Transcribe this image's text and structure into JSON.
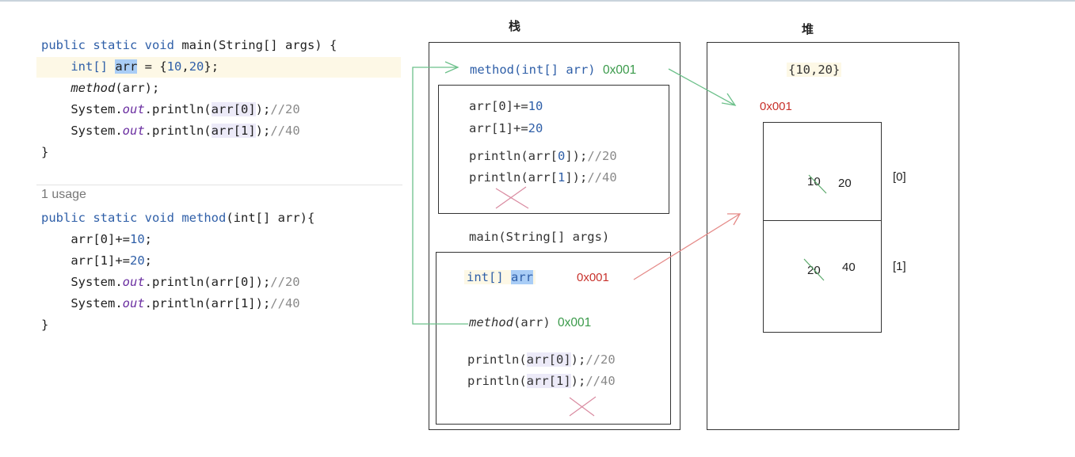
{
  "stack_title": "栈",
  "heap_title": "堆",
  "usage": "1 usage",
  "code_main": {
    "l1_kw": "public static void",
    "l1_rest": " main(String[] args) {",
    "l2_kw": "int[]",
    "l2_var": "arr",
    "l2_eq": " = {",
    "l2_n1": "10",
    "l2_n2": "20",
    "l2_end": "};",
    "l3_fn": "method",
    "l3_rest": "(arr);",
    "l4_a": "System.",
    "l4_out": "out",
    "l4_b": ".println(",
    "l4_arr": "arr[0]",
    "l4_c": ");",
    "l4_cm": "//20",
    "l5_arr": "arr[1]",
    "l5_cm": "//40",
    "close": "}"
  },
  "code_method": {
    "l1_kw": "public static void",
    "l1_fn": "method",
    "l1_rest": "(int[] arr){",
    "l2": "arr[0]+=",
    "l2_n": "10",
    "l3": "arr[1]+=",
    "l3_n": "20",
    "l4_a": "System.",
    "l4_out": "out",
    "l4_b": ".println(arr[0]);",
    "l4_cm": "//20",
    "l5_b": ".println(arr[1]);",
    "l5_cm": "//40",
    "close": "}"
  },
  "stack": {
    "method_call": "method(int[] arr)",
    "addr": "0x001",
    "m_l1": "arr[0]+=",
    "m_l1_n": "10",
    "m_l2": "arr[1]+=",
    "m_l2_n": "20",
    "m_l3_a": "println(arr[",
    "m_l3_i": "0",
    "m_l3_b": "]);",
    "m_l3_cm": "//20",
    "m_l4_a": "println(arr[",
    "m_l4_i": "1",
    "m_l4_b": "]);",
    "m_l4_cm": "//40",
    "main_label": "main(String[] args)",
    "main_decl": "int[]",
    "main_var": "arr",
    "main_addr": "0x001",
    "main_call_fn": "method",
    "main_call_rest": "(arr)",
    "main_call_addr": "0x001",
    "p1_a": "println(",
    "p1_arr": "arr[0]",
    "p1_b": ");",
    "p1_cm": "//20",
    "p2_arr": "arr[1]",
    "p2_cm": "//40"
  },
  "heap": {
    "init": "{10,20}",
    "addr": "0x001",
    "cell0_old": "10",
    "cell0_new": "20",
    "cell0_idx": "[0]",
    "cell1_old": "20",
    "cell1_new": "40",
    "cell1_idx": "[1]"
  },
  "colors": {
    "green": "#3a9a4a",
    "red": "#c8322c",
    "blue": "#2f5fa8"
  }
}
